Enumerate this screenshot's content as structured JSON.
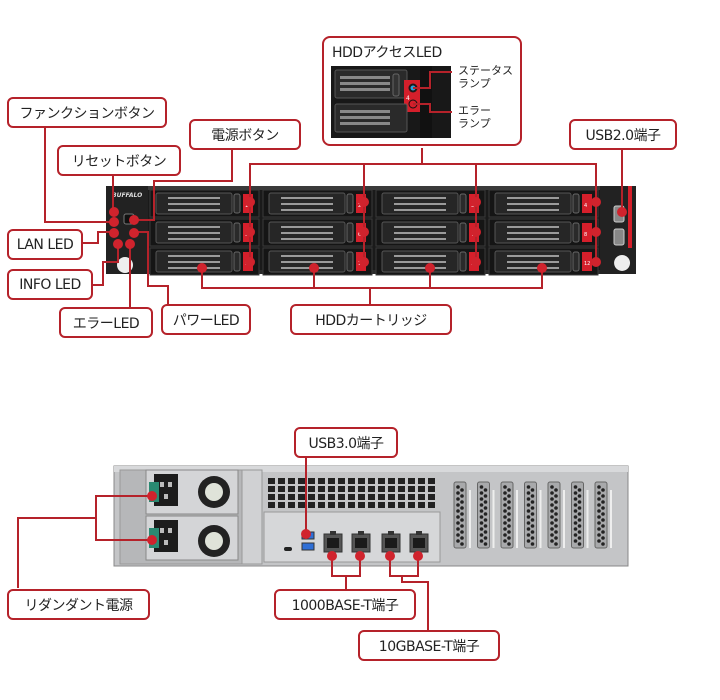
{
  "colors": {
    "accent": "#b5222a",
    "chassis_front": "#1d1d1d",
    "tray_red": "#d51f2b",
    "chassis_rear": "#c8c9cb",
    "status_lamp": "#27a3e0",
    "usb3_blue": "#2f6fd6",
    "psu_latch": "#2a8a72"
  },
  "front": {
    "callouts": {
      "hdd_access_led": "HDDアクセスLED",
      "status_lamp": "ステータス\nランプ",
      "status_lamp_line1": "ステータス",
      "status_lamp_line2": "ランプ",
      "error_lamp_line1": "エラー",
      "error_lamp_line2": "ランプ",
      "function_button": "ファンクションボタン",
      "power_button": "電源ボタン",
      "reset_button": "リセットボタン",
      "usb2_port": "USB2.0端子",
      "lan_led": "LAN LED",
      "info_led": "INFO LED",
      "error_led": "エラーLED",
      "power_led": "パワーLED",
      "hdd_cartridge": "HDDカートリッジ"
    },
    "brand": "BUFFALO",
    "bays": [
      "1",
      "2",
      "3",
      "4",
      "5",
      "6",
      "7",
      "8",
      "9",
      "10",
      "11",
      "12"
    ],
    "inset_bay_number": "4"
  },
  "rear": {
    "callouts": {
      "usb3_port": "USB3.0端子",
      "redundant_psu": "リダンダント電源",
      "gbe_port": "1000BASE-T端子",
      "ten_gbe_port": "10GBASE-T端子"
    }
  }
}
